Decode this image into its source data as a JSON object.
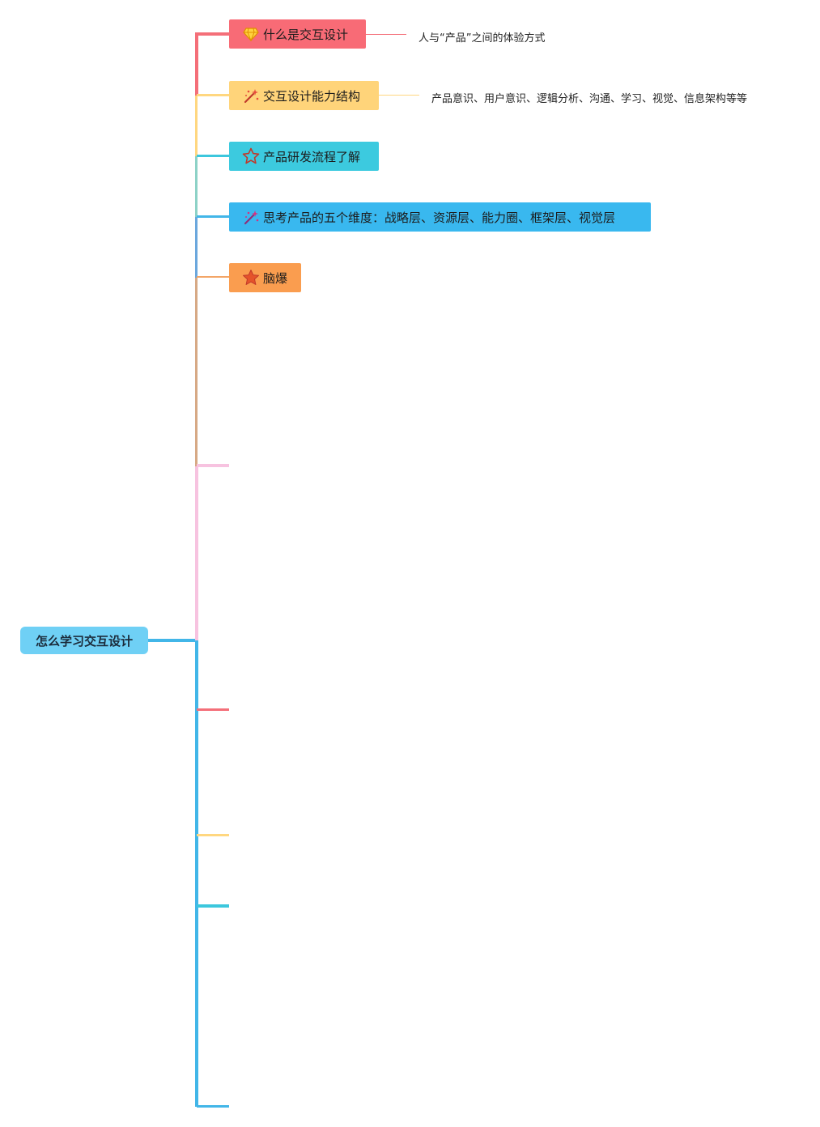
{
  "root": {
    "label": "怎么学习交互设计"
  },
  "topics": [
    {
      "label": "什么是交互设计",
      "icon": "diamond-icon",
      "color": "#f86b76",
      "note": "人与“产品”之间的体验方式"
    },
    {
      "label": "交互设计能力结构",
      "icon": "magic-wand-icon",
      "color": "#ffd47a",
      "note": "产品意识、用户意识、逻辑分析、沟通、学习、视觉、信息架构等等"
    },
    {
      "label": "产品研发流程了解",
      "icon": "star-outline-icon",
      "color": "#3ccadf"
    },
    {
      "label": "思考产品的五个维度：战略层、资源层、能力圈、框架层、视觉层",
      "icon": "magic-wand-icon",
      "color": "#39b8ef"
    },
    {
      "label": "脑爆",
      "icon": "star-filled-icon",
      "color": "#fa9d4f"
    }
  ],
  "colors": {
    "root": "#6fd0f5",
    "pink": "#f7c3e0",
    "red": "#f46f79",
    "yellow": "#ffd780",
    "teal": "#3cc7dd",
    "blue": "#42b6e8"
  }
}
